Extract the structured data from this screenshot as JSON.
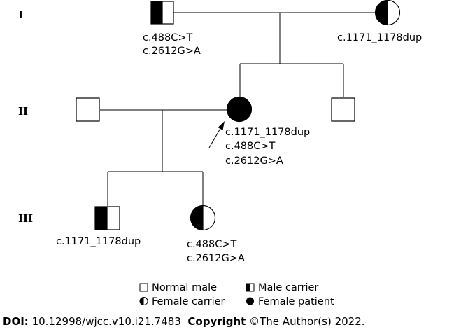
{
  "generations": [
    "I",
    "II",
    "III"
  ],
  "individuals": {
    "I_1": {
      "kind": "male-carrier",
      "mutations": [
        "c.488C>T",
        "c.2612G>A"
      ]
    },
    "I_2": {
      "kind": "female-carrier",
      "mutations": [
        "c.1171_1178dup"
      ]
    },
    "II_1": {
      "kind": "normal-male",
      "mutations": []
    },
    "II_2": {
      "kind": "female-patient",
      "proband": true,
      "mutations": [
        "c.1171_1178dup",
        "c.488C>T",
        "c.2612G>A"
      ]
    },
    "II_3": {
      "kind": "normal-male",
      "mutations": []
    },
    "III_1": {
      "kind": "male-carrier",
      "mutations": [
        "c.1171_1178dup"
      ]
    },
    "III_2": {
      "kind": "female-carrier",
      "mutations": [
        "c.488C>T",
        "c.2612G>A"
      ]
    }
  },
  "legend": {
    "normal_male": "Normal male",
    "male_carrier": "Male carrier",
    "female_carrier": "Female carrier",
    "female_patient": "Female patient"
  },
  "footer": {
    "doi_label": "DOI:",
    "doi_value": "10.12998/wjcc.v10.i21.7483",
    "copyright_label": "Copyright",
    "copyright_value": "©The Author(s) 2022."
  }
}
